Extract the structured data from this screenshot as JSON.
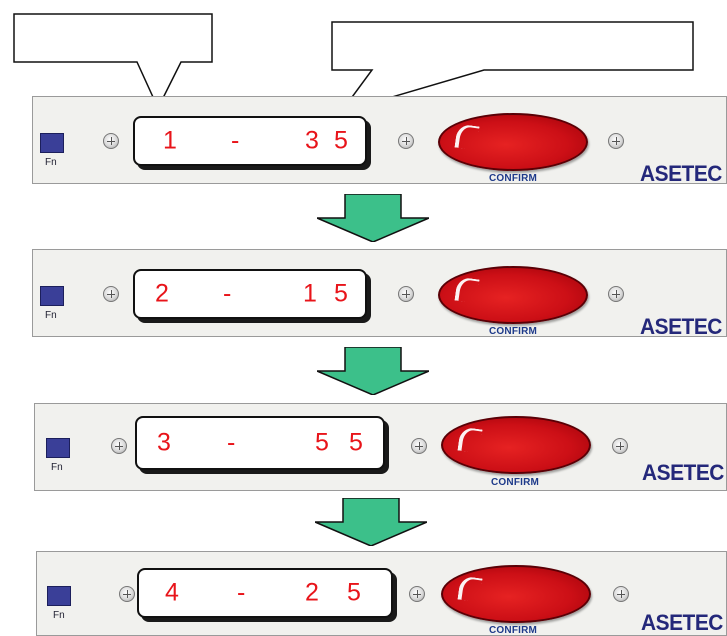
{
  "panels": [
    {
      "digits": [
        "1",
        "-",
        "3",
        "5"
      ],
      "fn_label": "Fn",
      "confirm_label": "CONFIRM",
      "brand": "ASETEC"
    },
    {
      "digits": [
        "2",
        "-",
        "1",
        "5"
      ],
      "fn_label": "Fn",
      "confirm_label": "CONFIRM",
      "brand": "ASETEC"
    },
    {
      "digits": [
        "3",
        "-",
        "5",
        "5"
      ],
      "fn_label": "Fn",
      "confirm_label": "CONFIRM",
      "brand": "ASETEC"
    },
    {
      "digits": [
        "4",
        "-",
        "2",
        "5"
      ],
      "fn_label": "Fn",
      "confirm_label": "CONFIRM",
      "brand": "ASETEC"
    }
  ],
  "callouts": [
    {
      "text": ""
    },
    {
      "text": ""
    }
  ],
  "colors": {
    "display_digits": "#e8141a",
    "fn_button": "#3a3f98",
    "confirm_button": "#cc0f16",
    "brand": "#24287a",
    "arrow": "#3cc08a"
  }
}
